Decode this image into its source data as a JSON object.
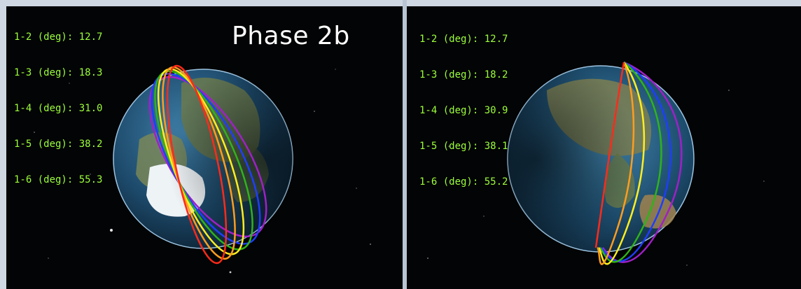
{
  "title": "Phase 2b",
  "colors": {
    "readout": "#9cff3a",
    "orbit_red": "#ff2a1a",
    "orbit_orange": "#ff9d1e",
    "orbit_yellow": "#ffee1e",
    "orbit_green": "#2fb31a",
    "orbit_blue": "#1f3dff",
    "orbit_purple": "#a020c8"
  },
  "left": {
    "readouts": [
      "1-2 (deg): 12.7",
      "1-3 (deg): 18.3",
      "1-4 (deg): 31.0",
      "1-5 (deg): 38.2",
      "1-6 (deg): 55.3"
    ]
  },
  "right": {
    "readouts": [
      "1-2 (deg): 12.7",
      "1-3 (deg): 18.2",
      "1-4 (deg): 30.9",
      "1-5 (deg): 38.1",
      "1-6 (deg): 55.2"
    ]
  }
}
